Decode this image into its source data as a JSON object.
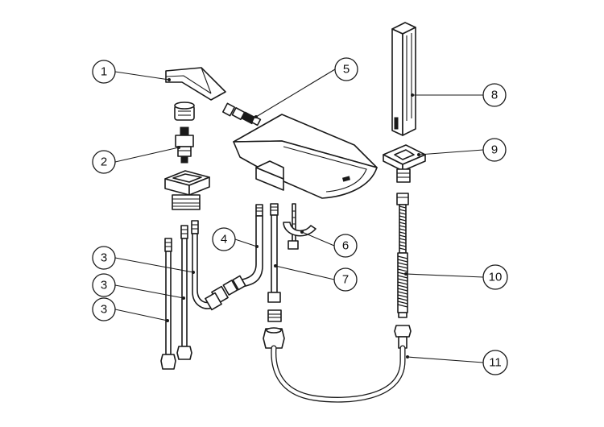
{
  "callouts": [
    {
      "label": "1"
    },
    {
      "label": "2"
    },
    {
      "label": "3"
    },
    {
      "label": "3"
    },
    {
      "label": "3"
    },
    {
      "label": "4"
    },
    {
      "label": "5"
    },
    {
      "label": "6"
    },
    {
      "label": "7"
    },
    {
      "label": "8"
    },
    {
      "label": "9"
    },
    {
      "label": "10"
    },
    {
      "label": "11"
    }
  ]
}
